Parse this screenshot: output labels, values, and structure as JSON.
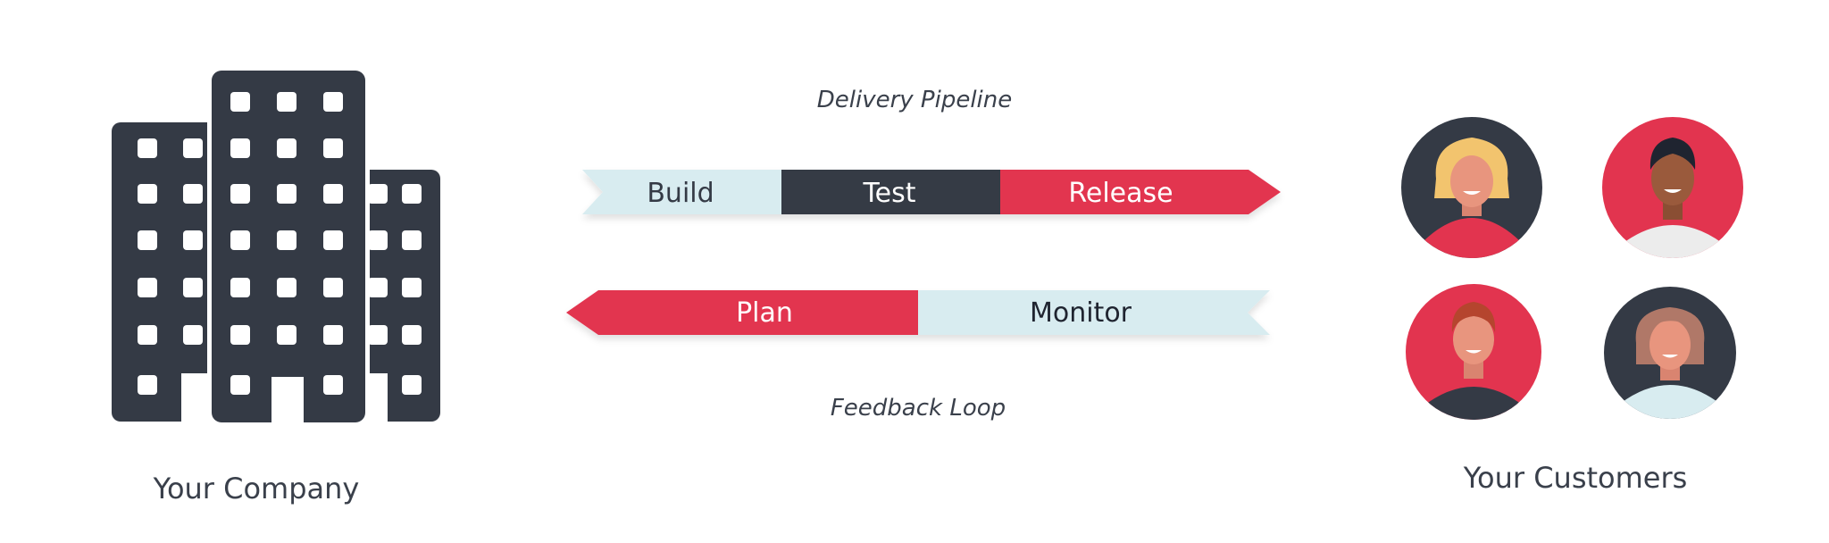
{
  "company": {
    "label": "Your Company",
    "icon": "office-building-icon"
  },
  "customers": {
    "label": "Your Customers",
    "avatars": [
      {
        "icon": "customer-avatar-blonde-woman-icon",
        "background": "#343a45",
        "shirt": "#e2344f",
        "skin": "#e8957e",
        "hair": "#f2c46e"
      },
      {
        "icon": "customer-avatar-dark-man-icon",
        "background": "#e2344f",
        "shirt": "#ececec",
        "skin": "#9a5a3c",
        "hair": "#1f2430"
      },
      {
        "icon": "customer-avatar-redhead-man-icon",
        "background": "#e2344f",
        "shirt": "#343a45",
        "skin": "#e8957e",
        "hair": "#b5452e"
      },
      {
        "icon": "customer-avatar-brunette-woman-icon",
        "background": "#343a45",
        "shirt": "#d8ecf0",
        "skin": "#e8957e",
        "hair": "#b07868"
      }
    ]
  },
  "delivery_pipeline": {
    "title": "Delivery Pipeline",
    "stages": [
      {
        "label": "Build",
        "fill": "#d8ecf0",
        "text_color": "#343a45"
      },
      {
        "label": "Test",
        "fill": "#343a45",
        "text_color": "#ffffff"
      },
      {
        "label": "Release",
        "fill": "#e2344f",
        "text_color": "#ffffff"
      }
    ]
  },
  "feedback_loop": {
    "title": "Feedback Loop",
    "stages": [
      {
        "label": "Plan",
        "fill": "#e2344f",
        "text_color": "#ffffff"
      },
      {
        "label": "Monitor",
        "fill": "#d8ecf0",
        "text_color": "#1f2430"
      }
    ]
  },
  "colors": {
    "dark": "#343a45",
    "accent": "#e2344f",
    "light": "#d8ecf0",
    "text": "#3a404b"
  }
}
